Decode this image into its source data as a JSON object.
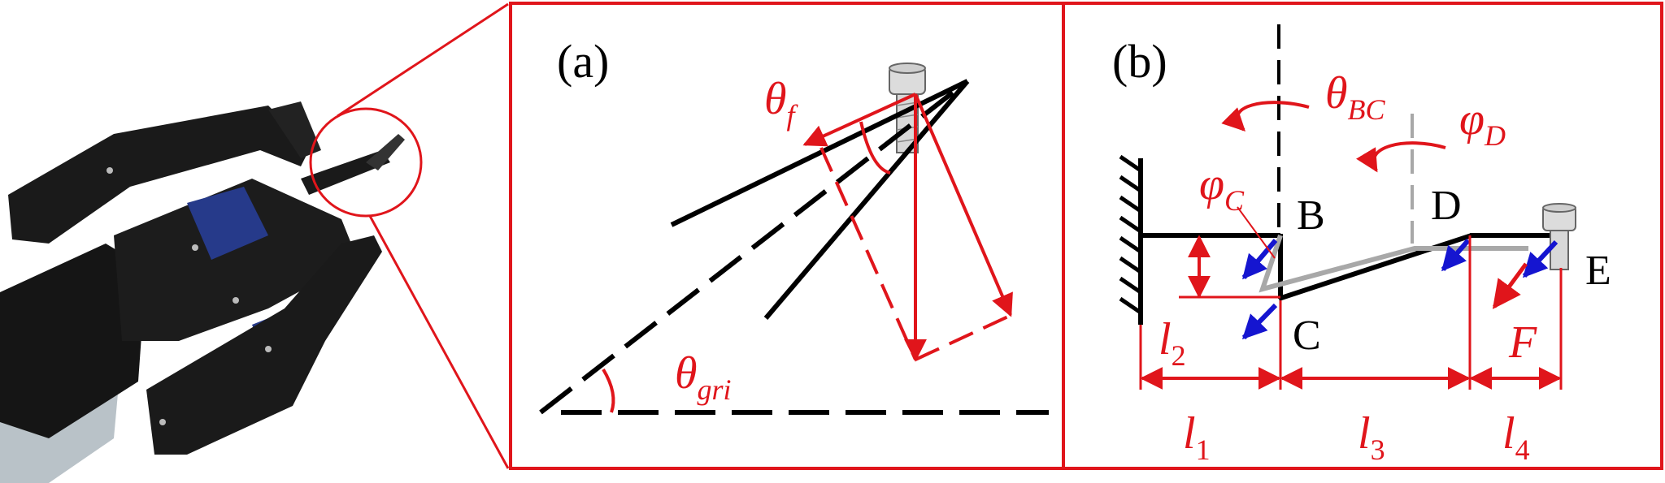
{
  "panels": {
    "a": {
      "label": "(a)"
    },
    "b": {
      "label": "(b)"
    }
  },
  "symbols": {
    "theta": "θ",
    "phi": "φ",
    "l": "l"
  },
  "subscripts": {
    "f": "f",
    "gri": "gri",
    "BC": "BC",
    "D": "D",
    "C": "C",
    "one": "1",
    "two": "2",
    "three": "3",
    "four": "4"
  },
  "points": {
    "B": "B",
    "C": "C",
    "D": "D",
    "E": "E"
  },
  "force_label": "F",
  "colors": {
    "frame": "#e0151b",
    "annotation": "#e0151b",
    "link": "#000000",
    "force_vector": "#1515d0",
    "ghost_link": "#a8a8a8"
  }
}
